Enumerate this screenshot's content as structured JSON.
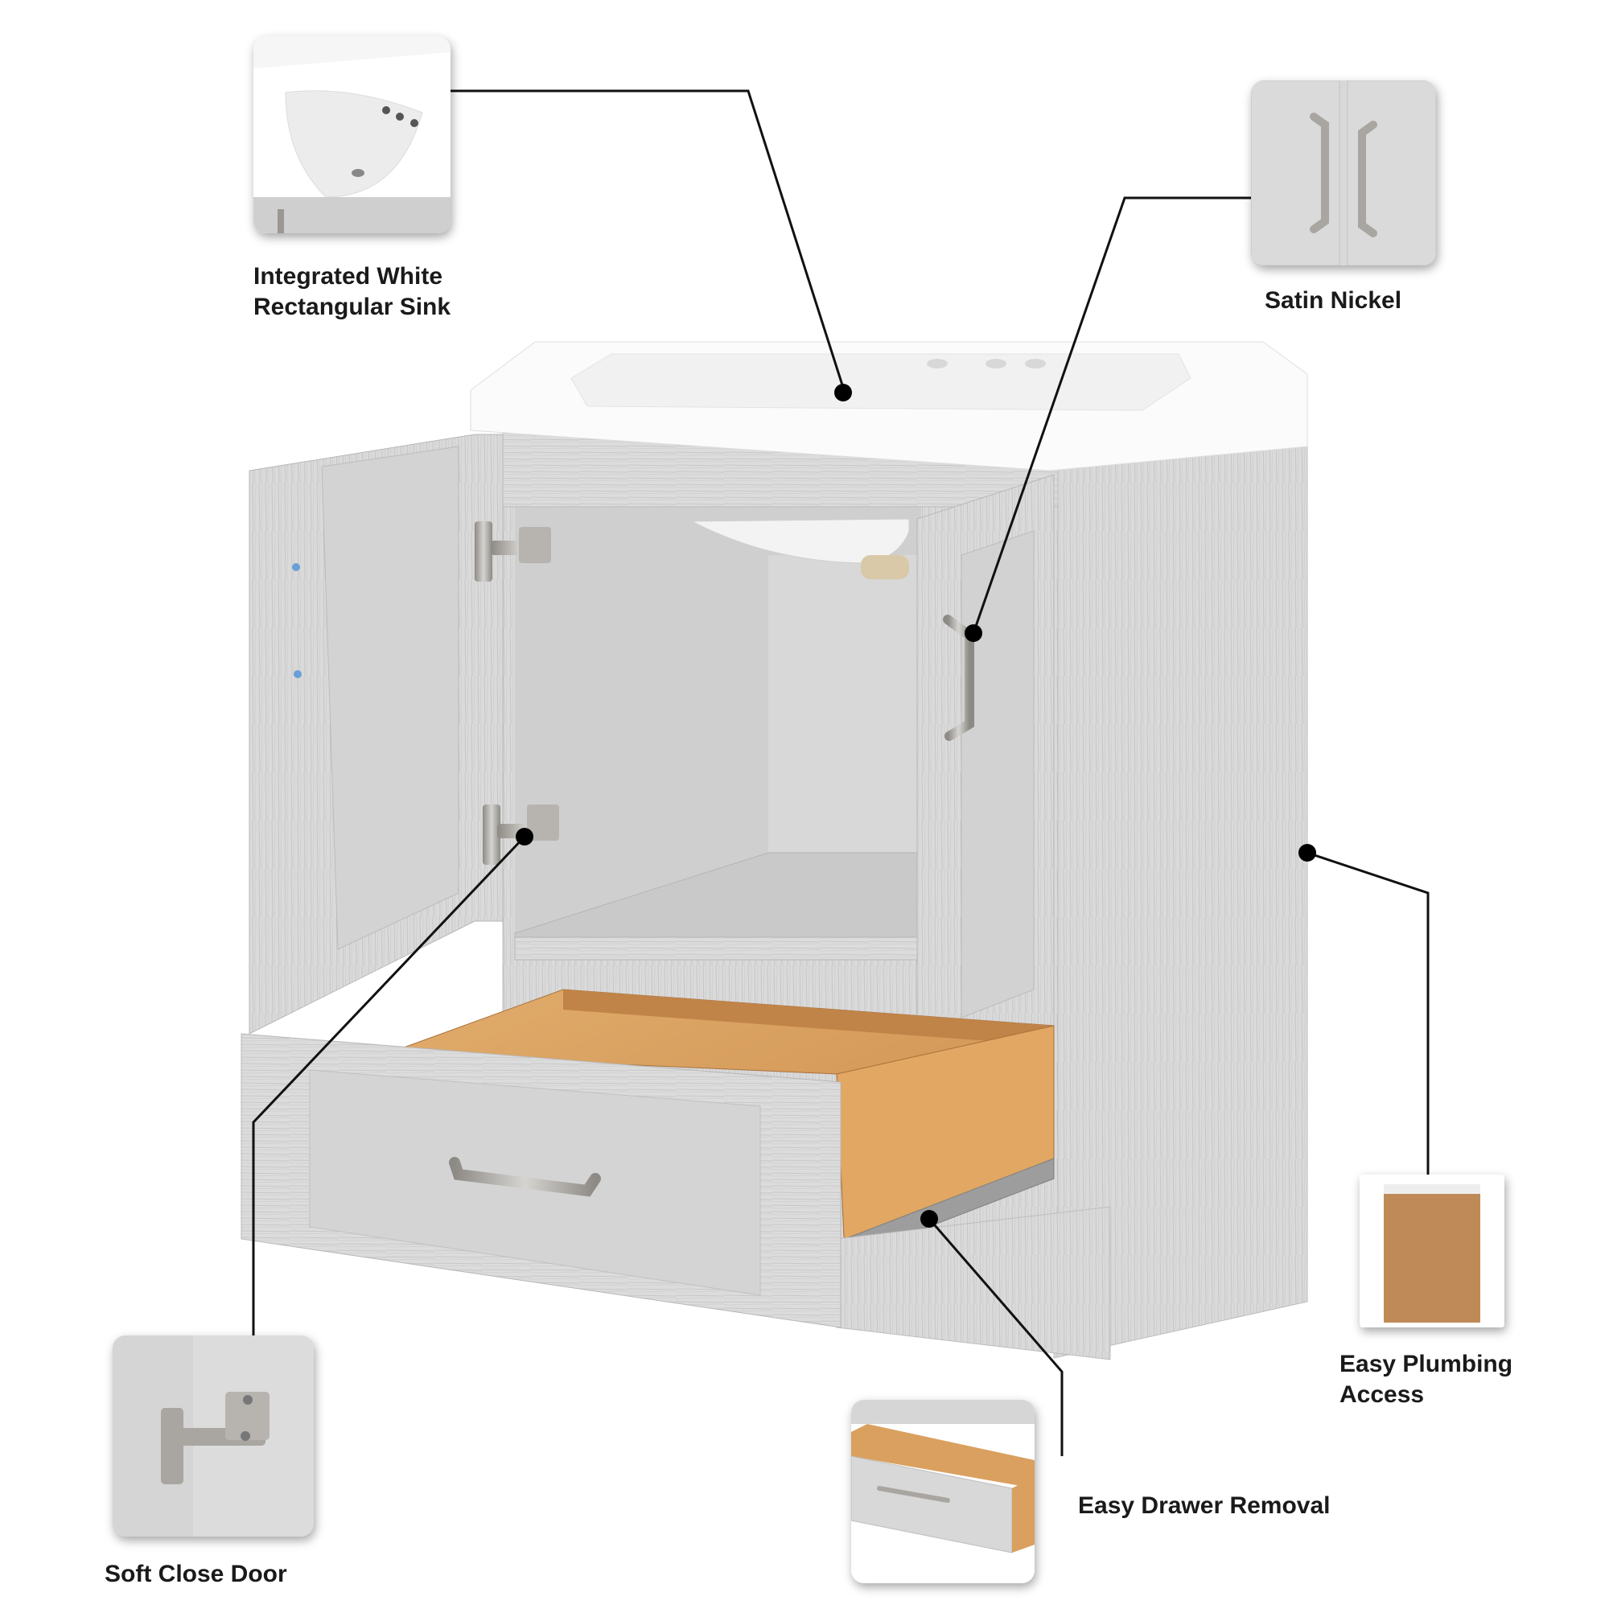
{
  "product": {
    "name": "Bathroom vanity with integrated sink",
    "colors": {
      "cabinet_wood": "#d9d9d9",
      "cabinet_grain": "#c4c4c4",
      "sink_top": "#fbfbfb",
      "drawer_box": "#d9a05f",
      "hardware_nickel": "#a9a6a2",
      "leader_line": "#111111",
      "back_panel": "#c08a58"
    }
  },
  "callouts": [
    {
      "id": "sink",
      "label": "Integrated White\nRectangular Sink",
      "icon": "sink-photo"
    },
    {
      "id": "hardware",
      "label": "Satin Nickel",
      "icon": "pulls-photo"
    },
    {
      "id": "plumbing",
      "label": "Easy Plumbing\nAccess",
      "icon": "back-panel-photo"
    },
    {
      "id": "drawer",
      "label": "Easy Drawer Removal",
      "icon": "drawer-photo"
    },
    {
      "id": "hinge",
      "label": "Soft Close Door",
      "icon": "hinge-photo"
    }
  ]
}
